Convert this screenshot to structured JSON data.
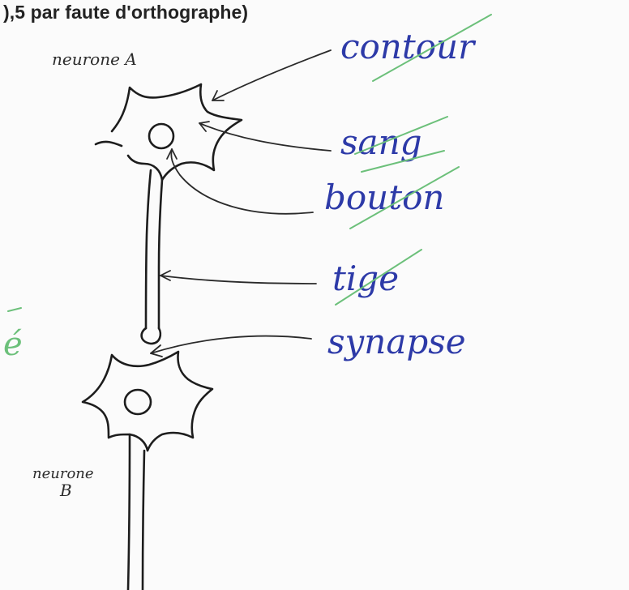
{
  "header": {
    "text": "),5 par faute d'orthographe)"
  },
  "diagram": {
    "neuron_a_label": "neurone A",
    "neuron_b_label_line1": "neurone",
    "neuron_b_label_line2": "B",
    "answers": [
      {
        "id": "contour",
        "text": "contour"
      },
      {
        "id": "sang",
        "text": "sang"
      },
      {
        "id": "bouton",
        "text": "bouton"
      },
      {
        "id": "tige",
        "text": "tige"
      },
      {
        "id": "synapse",
        "text": "synapse"
      }
    ],
    "margin_mark": "é"
  },
  "colors": {
    "ink_blue": "#2d3aa8",
    "pencil": "#1d1d1d",
    "grading_green": "#6cc07a",
    "paper": "#fbfbfb"
  }
}
